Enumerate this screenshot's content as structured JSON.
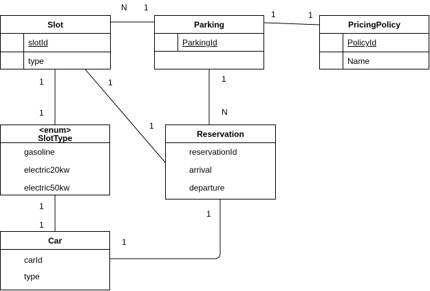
{
  "entities": {
    "slot": {
      "title": "Slot",
      "pk": "slotId",
      "attrs": [
        "type"
      ]
    },
    "parking": {
      "title": "Parking",
      "pk": "ParkingId"
    },
    "pricing": {
      "title": "PricingPolicy",
      "pk": "PolicyId",
      "attrs": [
        "Name"
      ]
    },
    "slottype": {
      "stereotype": "<enum>",
      "title": "SlotType",
      "values": [
        "gasoline",
        "electric20kw",
        "electric50kw"
      ]
    },
    "reservation": {
      "title": "Reservation",
      "attrs": [
        "reservationId",
        "arrival",
        "departure"
      ]
    },
    "car": {
      "title": "Car",
      "attrs": [
        "carId",
        "type"
      ]
    }
  },
  "multiplicities": {
    "slot_parking_n": "N",
    "slot_parking_1": "1",
    "parking_pricing_a": "1",
    "parking_pricing_b": "1",
    "parking_res_1": "1",
    "parking_res_n": "N",
    "slot_type_top": "1",
    "slot_type_bottom": "1",
    "slot_res_top": "1",
    "slot_res_bottom": "1",
    "type_car_top": "1",
    "type_car_bottom": "1",
    "res_car_right": "1",
    "res_car_left": "1"
  }
}
